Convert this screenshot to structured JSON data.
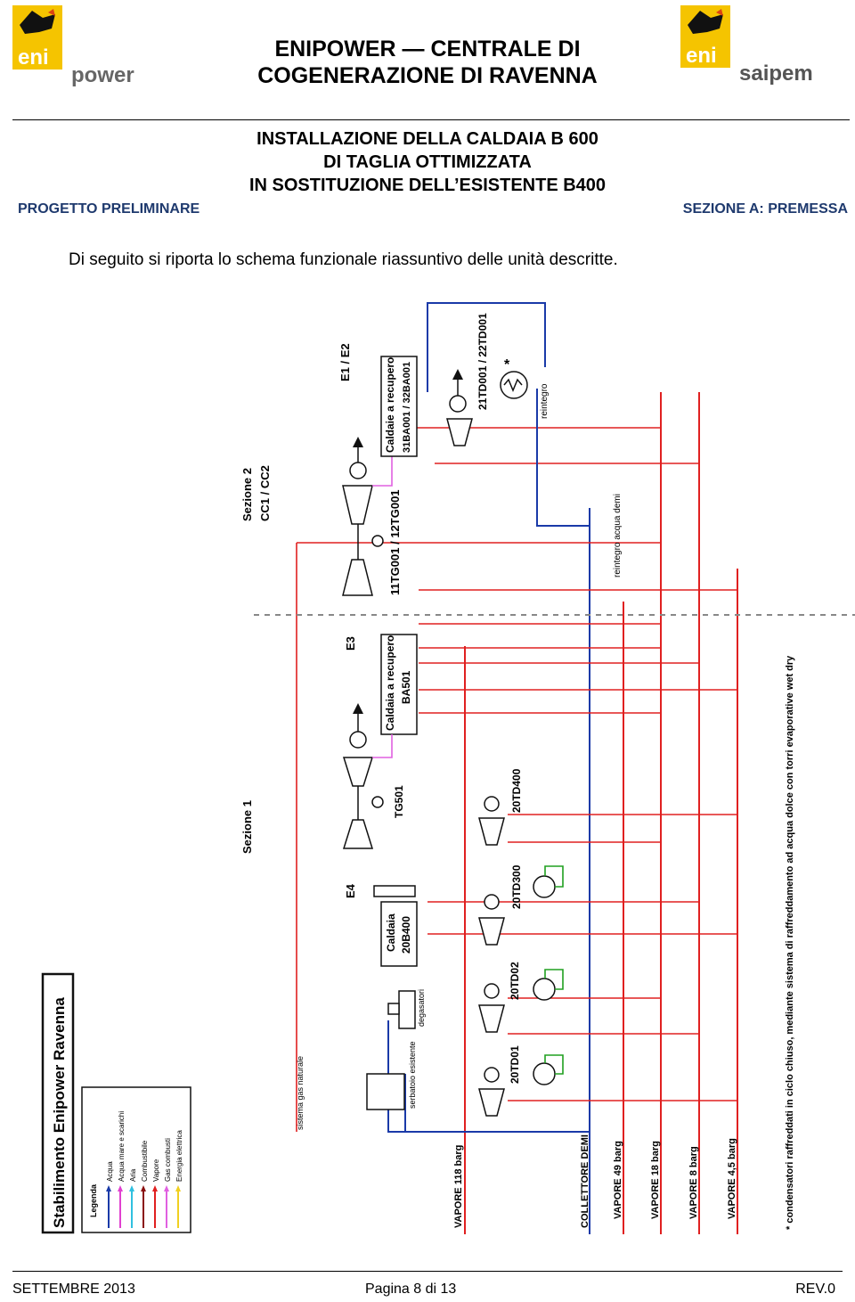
{
  "header": {
    "left_logo_text": "eni",
    "left_logo_sub": "power",
    "right_logo_text": "eni",
    "right_logo_sub": "saipem",
    "title_line1": "ENIPOWER — CENTRALE  DI",
    "title_line2": "COGENERAZIONE DI RAVENNA",
    "subtitle_line1": "INSTALLAZIONE DELLA CALDAIA B 600",
    "subtitle_line2": "DI TAGLIA OTTIMIZZATA",
    "subtitle_line3": "IN SOSTITUZIONE DELL’ESISTENTE B400",
    "left_tag": "PROGETTO PRELIMINARE",
    "right_tag": "SEZIONE A: PREMESSA"
  },
  "intro": "Di seguito si riporta lo schema funzionale riassuntivo delle unità descritte.",
  "diagram": {
    "title": "Stabilimento Enipower Ravenna",
    "legend": {
      "heading": "Legenda",
      "items": [
        {
          "label": "Acqua",
          "color": "#1a3aa8"
        },
        {
          "label": "Acqua mare e scarichi",
          "color": "#e040d0"
        },
        {
          "label": "Aria",
          "color": "#30c0e0"
        },
        {
          "label": "Combustibile",
          "color": "#8a1010"
        },
        {
          "label": "Vapore",
          "color": "#e02020"
        },
        {
          "label": "Gas combusti",
          "color": "#e060e0"
        },
        {
          "label": "Energia elettrica",
          "color": "#f0d020"
        }
      ]
    },
    "sections": {
      "sezione2": "Sezione 2",
      "cc": "CC1 / CC2",
      "sezione1": "Sezione 1"
    },
    "units": {
      "e1e2": "E1 / E2",
      "caldaie_recupero": "Caldaie a recupero",
      "caldaie_recupero_ids": "31BA001 / 32BA001",
      "td_2122": "21TD001 / 22TD001",
      "tg_1112": "11TG001 / 12TG001",
      "reintegro": "reintegro",
      "reintegro_demi": "reintegro acqua demi",
      "e3": "E3",
      "caldaia_ba501": "Caldaia a recupero",
      "ba501": "BA501",
      "tg501": "TG501",
      "td400": "20TD400",
      "td300": "20TD300",
      "e4": "E4",
      "caldaia_20b400": "Caldaia",
      "b400": "20B400",
      "td02": "20TD02",
      "td01": "20TD01",
      "degasatori": "degasatori",
      "serbatoio": "serbatoio esistente",
      "gas_naturale": "sistema gas naturale"
    },
    "headers": {
      "v118": "VAPORE 118 barg",
      "demi": "COLLETTORE DEMI",
      "v49": "VAPORE 49 barg",
      "v18": "VAPORE 18 barg",
      "v8": "VAPORE   8 barg",
      "v45": "VAPORE 4,5 barg"
    },
    "note": "* condensatori raffreddati in ciclo chiuso, mediante sistema di raffreddamento ad acqua dolce con torri evaporative wet dry",
    "star": "*"
  },
  "footer": {
    "month": "SETTEMBRE",
    "year": "2013",
    "page": "Pagina 8 di 13",
    "rev": "REV.0"
  }
}
